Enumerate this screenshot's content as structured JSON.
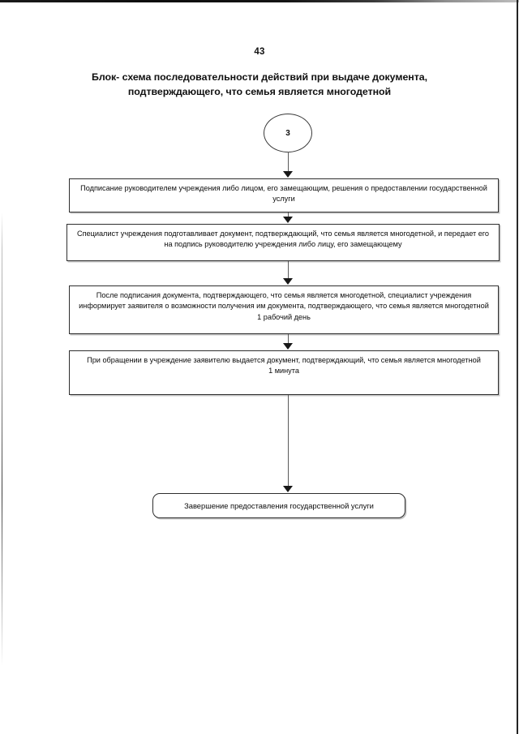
{
  "page": {
    "number": "43",
    "title_line_1": "Блок- схема последовательности действий при выдаче документа,",
    "title_line_2": "подтверждающего, что семья является многодетной"
  },
  "flowchart": {
    "type": "flowchart",
    "orientation": "top-to-bottom",
    "connector_color": "#5a5a5a",
    "box_border_color": "#2e2e2e",
    "nodes": [
      {
        "id": "connector-ref",
        "shape": "circle",
        "label": "3"
      },
      {
        "id": "step-1",
        "shape": "rectangle",
        "label": "Подписание руководителем учреждения либо лицом, его замещающим, решения о предоставлении государственной услуги"
      },
      {
        "id": "step-2",
        "shape": "rectangle",
        "label": "Специалист учреждения подготавливает документ, подтверждающий, что семья является многодетной, и передает его на подпись руководителю учреждения либо лицу, его замещающему"
      },
      {
        "id": "step-3",
        "shape": "rectangle",
        "label": "После подписания документа, подтверждающего, что семья является многодетной, специалист учреждения информирует заявителя о возможности получения им документа, подтверждающего, что семья является многодетной",
        "duration": "1 рабочий день"
      },
      {
        "id": "step-4",
        "shape": "rectangle",
        "label": "При обращении в учреждение заявителю выдается документ, подтверждающий, что семья является многодетной",
        "duration": "1 минута"
      },
      {
        "id": "end",
        "shape": "rounded-rectangle",
        "label": "Завершение предоставления государственной услуги"
      }
    ]
  }
}
